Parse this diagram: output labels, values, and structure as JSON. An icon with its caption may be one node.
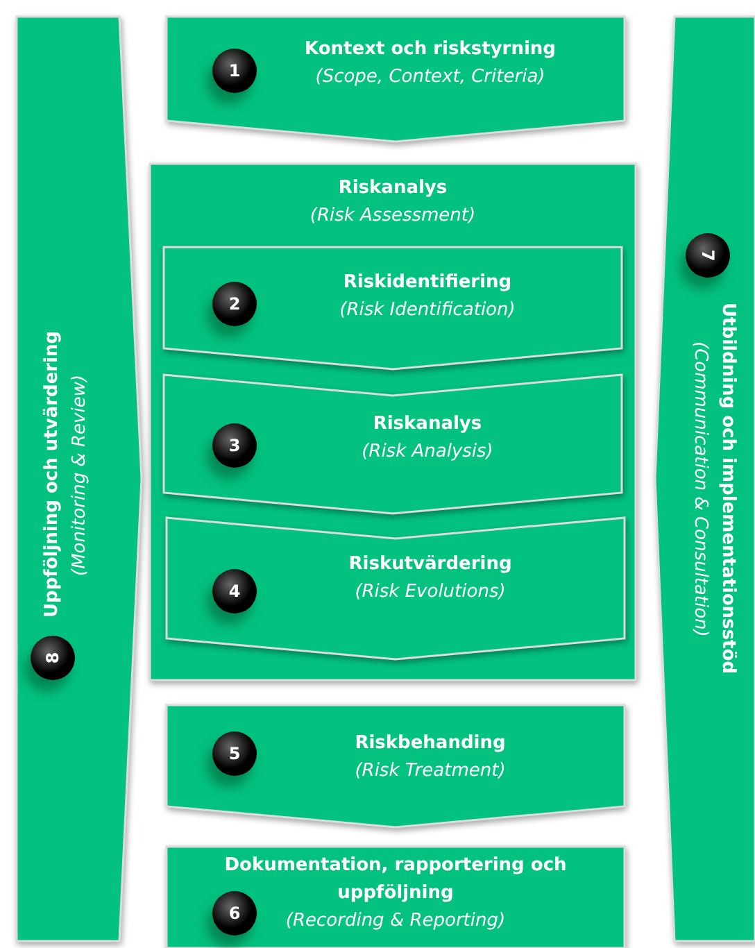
{
  "diagram": {
    "nodes": [
      {
        "text": [
          "Kontext och riskstyrning",
          "(Scope, Context, Criteria)"
        ]
      },
      {
        "text": [
          "1"
        ],
        "in": 0
      },
      {
        "text": [
          "Riskanalys",
          "(Risk Assessment)"
        ]
      },
      {
        "text": [
          "Riskidentifiering",
          "(Risk Identification)"
        ],
        "in": 2
      },
      {
        "text": [
          "2"
        ],
        "in": 3
      },
      {
        "text": [
          "Riskanalys",
          "(Risk Analysis)"
        ],
        "in": 2
      },
      {
        "text": [
          "3"
        ],
        "in": 5
      },
      {
        "text": [
          "Riskutvärdering",
          "(Risk Evolutions)"
        ],
        "in": 2
      },
      {
        "text": [
          "4"
        ],
        "in": 7
      },
      {
        "text": [
          "Riskbehanding",
          "(Risk Treatment)"
        ]
      },
      {
        "text": [
          "5"
        ],
        "in": 9
      },
      {
        "text": [
          "Dokumentation, rapportering och uppföljning",
          "(Recording & Reporting)"
        ]
      },
      {
        "text": [
          "6"
        ],
        "in": 11
      },
      {
        "text": [
          "Uppföljning och utvärdering",
          "(Monitoring & Review)"
        ]
      },
      {
        "text": [
          "8"
        ],
        "in": 13
      },
      {
        "text": [
          "Utbildning och implementationsstöd",
          "(Communication & Consultation)"
        ]
      },
      {
        "text": [
          "7"
        ],
        "in": 15
      }
    ],
    "edges": []
  }
}
